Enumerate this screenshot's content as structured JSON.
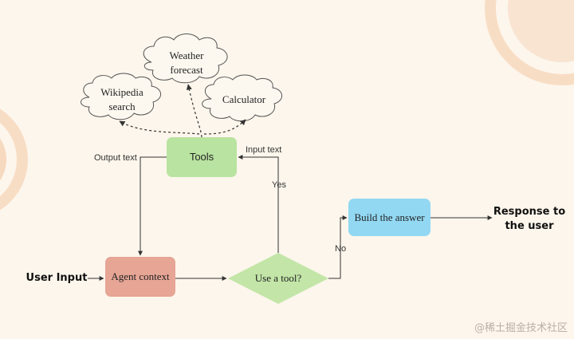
{
  "colors": {
    "background": "#fdf6ec",
    "tools_fill": "#b9e3a0",
    "agent_fill": "#e6a595",
    "decision_fill": "#c3e6a8",
    "answer_fill": "#92d8f3",
    "cloud_fill": "#fdf8ef",
    "deco_ring": "#f6d2b3"
  },
  "nodes": {
    "tools": "Tools",
    "agent_context": "Agent context",
    "decision": "Use a tool?",
    "build_answer": "Build the answer",
    "wikipedia": "Wikipedia search",
    "weather": "Weather forecast",
    "calculator": "Calculator"
  },
  "io": {
    "user_input": "User Input",
    "response": "Response to the user"
  },
  "edges": {
    "output_text": "Output text",
    "input_text": "Input text",
    "yes": "Yes",
    "no": "No"
  },
  "watermark": "@稀土掘金技术社区"
}
